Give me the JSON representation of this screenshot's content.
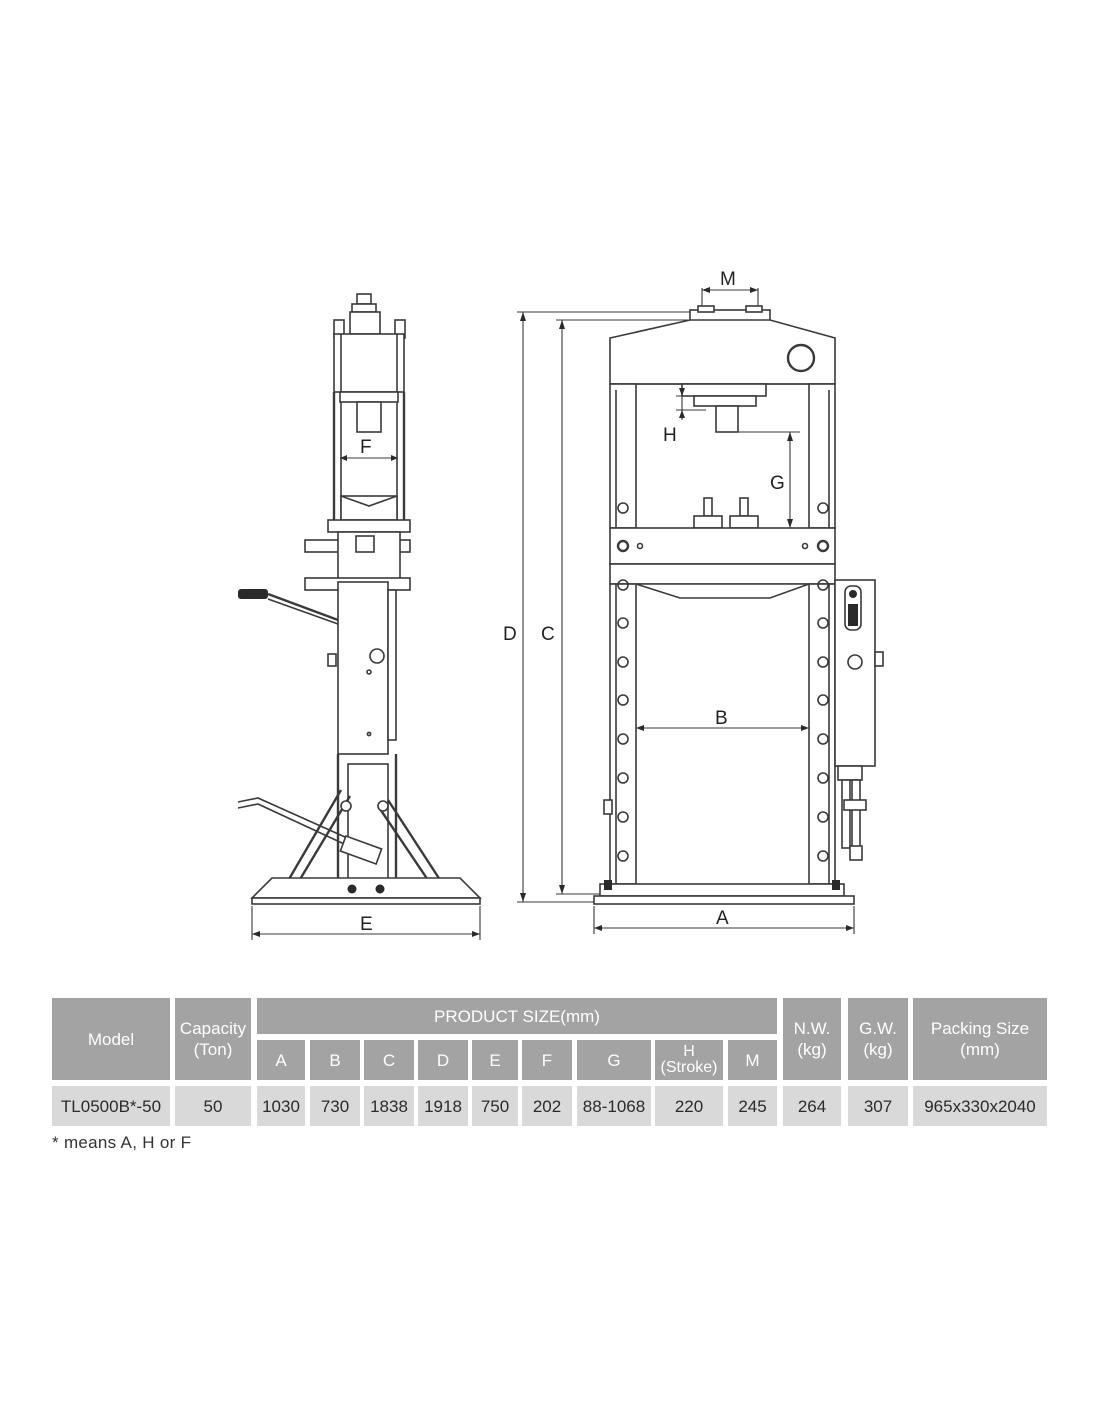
{
  "diagram": {
    "labels": {
      "m": "M",
      "f": "F",
      "h": "H",
      "g": "G",
      "d": "D",
      "c": "C",
      "b": "B",
      "e": "E",
      "a": "A"
    }
  },
  "table": {
    "headers": {
      "model": "Model",
      "capacity": "Capacity\n(Ton)",
      "product_size": "PRODUCT SIZE(mm)",
      "nw": "N.W.\n(kg)",
      "gw": "G.W.\n(kg)",
      "packing": "Packing Size\n(mm)",
      "sub": [
        "A",
        "B",
        "C",
        "D",
        "E",
        "F",
        "G",
        "H",
        "M"
      ],
      "h_sub": "(Stroke)"
    },
    "row": {
      "model": "TL0500B*-50",
      "capacity": "50",
      "sizes": [
        "1030",
        "730",
        "1838",
        "1918",
        "750",
        "202",
        "88-1068",
        "220",
        "245"
      ],
      "nw": "264",
      "gw": "307",
      "packing": "965x330x2040"
    }
  },
  "footnote": "* means A, H or F",
  "colors": {
    "header_bg": "#a3a3a3",
    "value_bg": "#d9d9d9",
    "line": "#3a3a3a"
  }
}
